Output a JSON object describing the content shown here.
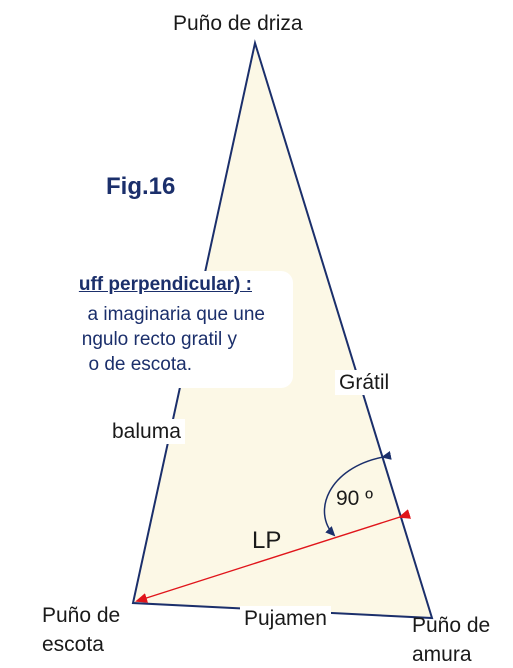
{
  "figure": {
    "label": "Fig.16"
  },
  "corners": {
    "head": "Puño de driza",
    "clew_line1": "Puño de",
    "clew_line2": "escota",
    "tack_line1": "Puño de",
    "tack_line2": "amura"
  },
  "edges": {
    "luff": "Grátil",
    "leech": "baluma",
    "foot": "Pujamen"
  },
  "measurements": {
    "lp_label": "LP",
    "angle_label": "90 º"
  },
  "note": {
    "title": "uff perpendicular) :",
    "line1": "a imaginaria que une",
    "line2": "ngulo recto gratil y",
    "line3": "o de escota."
  },
  "colors": {
    "sail_fill": "#fcf8e6",
    "edge": "#1b2f6b",
    "lp_line": "#e0151b",
    "note_text": "#1b2f6b"
  }
}
